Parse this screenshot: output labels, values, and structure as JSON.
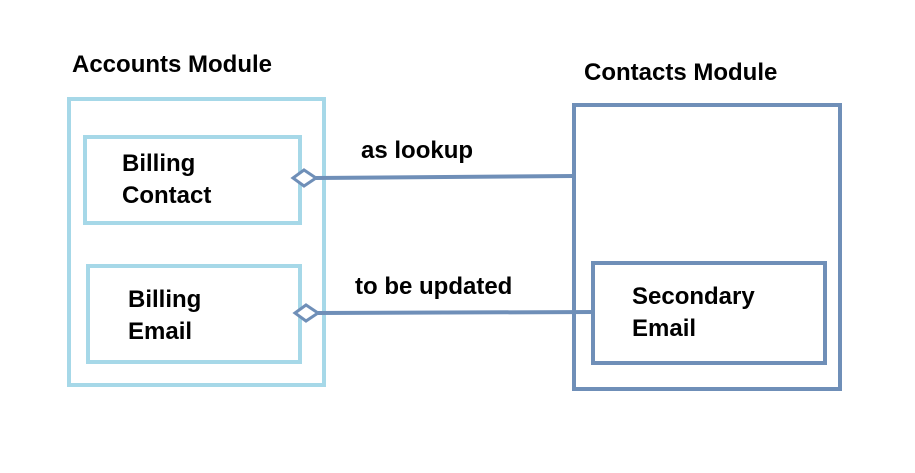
{
  "accounts_module": {
    "title": "Accounts Module",
    "fields": [
      {
        "label": "Billing\nContact"
      },
      {
        "label": "Billing\nEmail"
      }
    ]
  },
  "contacts_module": {
    "title": "Contacts Module",
    "fields": [
      {
        "label": "Secondary\nEmail"
      }
    ]
  },
  "relations": [
    {
      "label": "as lookup",
      "from": "Billing Contact",
      "to": "Contacts Module"
    },
    {
      "label": "to be updated",
      "from": "Billing Email",
      "to": "Secondary Email"
    }
  ],
  "colors": {
    "accounts_border": "#a6d8e8",
    "contacts_border": "#6f8fb8",
    "connector": "#6f8fb8"
  }
}
